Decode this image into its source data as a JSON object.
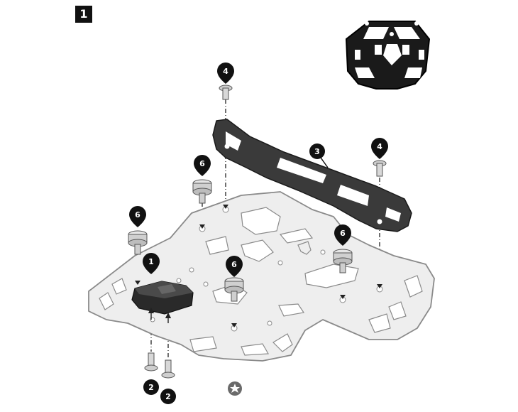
{
  "step": {
    "number": "1"
  },
  "callouts": {
    "c1": "1",
    "c2a": "2",
    "c2b": "2",
    "c3": "3",
    "c4a": "4",
    "c4b": "4",
    "c6a": "6",
    "c6b": "6",
    "c6c": "6",
    "c6d": "6"
  },
  "colors": {
    "plate_fill": "#eeeeee",
    "plate_stroke": "#8a8a8a",
    "bracket": "#3a3a3a",
    "callout": "#111111",
    "hardware": "#cfcfcf"
  },
  "icons": [
    "step-badge",
    "callout-icon",
    "bolt-icon",
    "spacer-icon",
    "lock-block-icon",
    "bracket-icon",
    "plate-icon",
    "preview-rack-icon"
  ]
}
